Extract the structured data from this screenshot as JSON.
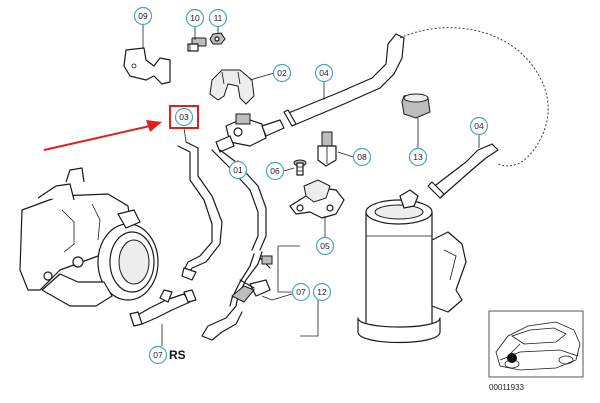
{
  "diagram": {
    "callouts": {
      "c09": "09",
      "c10": "10",
      "c11": "11",
      "c02": "02",
      "c04a": "04",
      "c04b": "04",
      "c03": "03",
      "c01": "01",
      "c06": "06",
      "c08": "08",
      "c13": "13",
      "c05": "05",
      "c07a": "07",
      "c12": "12",
      "c07b": "07"
    },
    "rs_label": "RS",
    "reference_number": "00011933",
    "highlighted_callout": "03",
    "colors": {
      "highlight": "#e0201b",
      "callout_border": "#4aa3c8"
    }
  }
}
